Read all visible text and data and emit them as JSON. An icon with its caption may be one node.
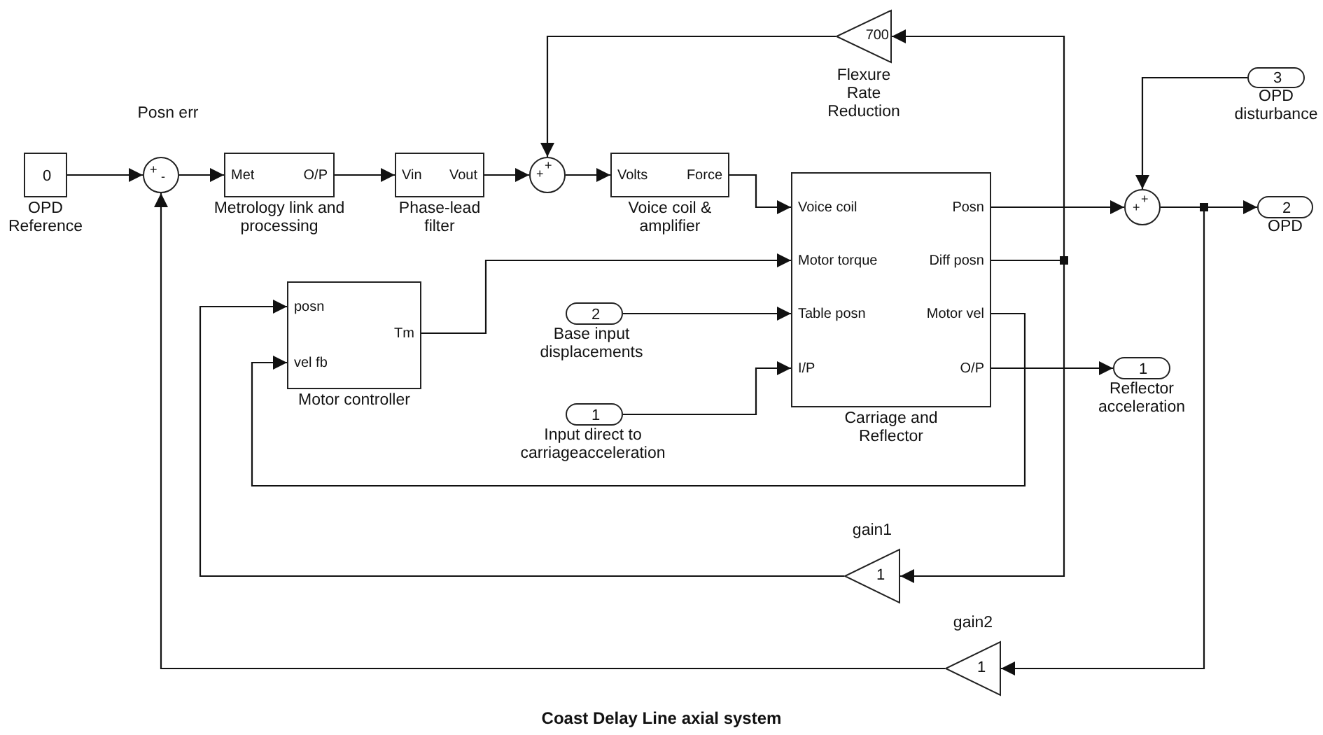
{
  "diagram": {
    "caption": "Coast Delay Line axial system",
    "nodes": [
      {
        "text": [
          "0"
        ],
        "beside": [
          "OPD Reference"
        ]
      },
      {
        "text": [
          "+",
          "-"
        ],
        "beside": [
          "Posn err"
        ]
      },
      {
        "text": [
          "Met",
          "O/P"
        ],
        "beside": [
          "Metrology link and processing"
        ]
      },
      {
        "text": [
          "Vin",
          "Vout"
        ],
        "beside": [
          "Phase-lead filter"
        ]
      },
      {
        "text": [
          "+",
          "+"
        ]
      },
      {
        "text": [
          "Volts",
          "Force"
        ],
        "beside": [
          "Voice coil & amplifier"
        ]
      },
      {
        "text": [
          "700"
        ],
        "beside": [
          "Flexure Rate Reduction"
        ]
      },
      {
        "text": [
          "Voice coil",
          "Motor torque",
          "Table posn",
          "I/P",
          "Posn",
          "Diff posn",
          "Motor vel",
          "O/P"
        ],
        "beside": [
          "Carriage and Reflector"
        ]
      },
      {
        "text": [
          "+",
          "+"
        ]
      },
      {
        "text": [
          "3"
        ],
        "beside": [
          "OPD disturbance"
        ]
      },
      {
        "text": [
          "2"
        ],
        "beside": [
          "OPD"
        ]
      },
      {
        "text": [
          "posn",
          "vel fb",
          "Tm"
        ],
        "beside": [
          "Motor controller"
        ]
      },
      {
        "text": [
          "2"
        ],
        "beside": [
          "Base input displacements"
        ]
      },
      {
        "text": [
          "1"
        ],
        "beside": [
          "Input direct to carriageacceleration"
        ]
      },
      {
        "text": [
          "1"
        ],
        "beside": [
          "Reflector acceleration"
        ]
      },
      {
        "text": [
          "1"
        ],
        "beside": [
          "gain1"
        ]
      },
      {
        "text": [
          "1"
        ],
        "beside": [
          "gain2"
        ]
      }
    ],
    "edges": [
      {
        "from": 0,
        "to": 1,
        "arrow": "to"
      },
      {
        "from": 1,
        "to": 2,
        "arrow": "to"
      },
      {
        "from": 2,
        "to": 3,
        "arrow": "to"
      },
      {
        "from": 3,
        "to": 4,
        "arrow": "to"
      },
      {
        "from": 4,
        "to": 5,
        "arrow": "to"
      },
      {
        "from": 5,
        "to": 7,
        "arrow": "to"
      },
      {
        "from": 7,
        "to": 8,
        "arrow": "to"
      },
      {
        "from": 9,
        "to": 8,
        "arrow": "to"
      },
      {
        "from": 8,
        "to": 10,
        "arrow": "to"
      },
      {
        "from": 8,
        "to": 16,
        "arrow": "to"
      },
      {
        "from": 7,
        "to": 6,
        "arrow": "to"
      },
      {
        "from": 7,
        "to": 15,
        "arrow": "to"
      },
      {
        "from": 6,
        "to": 4,
        "arrow": "to"
      },
      {
        "from": 11,
        "to": 7,
        "arrow": "to"
      },
      {
        "from": 12,
        "to": 7,
        "arrow": "to"
      },
      {
        "from": 13,
        "to": 7,
        "arrow": "to"
      },
      {
        "from": 7,
        "to": 14,
        "arrow": "to"
      },
      {
        "from": 7,
        "to": 11,
        "arrow": "to"
      },
      {
        "from": 15,
        "to": 11,
        "arrow": "to"
      },
      {
        "from": 16,
        "to": 1,
        "arrow": "to"
      }
    ]
  }
}
